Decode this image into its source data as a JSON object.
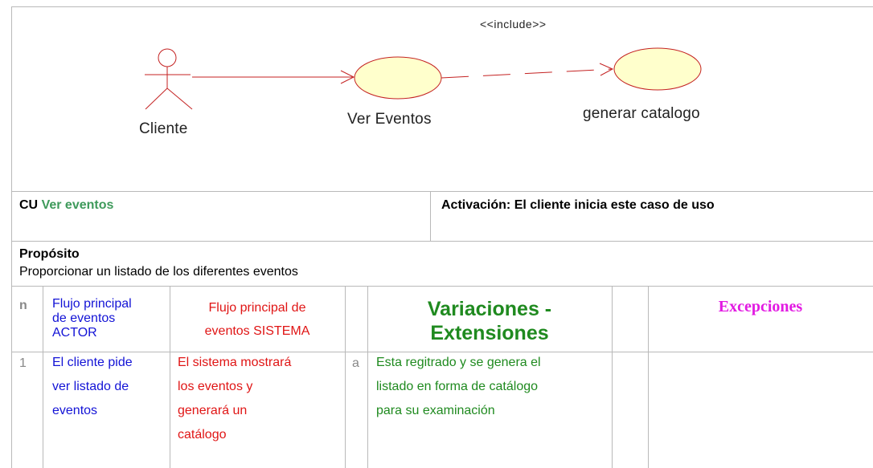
{
  "diagram": {
    "actor_label": "Cliente",
    "usecase1_label": "Ver Eventos",
    "usecase2_label": "generar catalogo",
    "relation_label": "<<include>>",
    "usecase_fill": "#ffffcc"
  },
  "cu": {
    "prefix": "CU",
    "name": "Ver eventos",
    "activation": "Activación: El cliente inicia este caso de uso"
  },
  "purpose": {
    "title": "Propósito",
    "text": "Proporcionar un listado de los diferentes eventos"
  },
  "table": {
    "headers": {
      "n": "n",
      "actor": [
        "Flujo principal",
        "de eventos",
        "ACTOR"
      ],
      "system": [
        "Flujo principal de",
        "eventos SISTEMA"
      ],
      "variations": [
        "Variaciones -",
        "Extensiones"
      ],
      "exceptions": "Excepciones"
    },
    "rows": [
      {
        "n": "1",
        "actor": [
          "El cliente pide",
          "ver listado de",
          "eventos"
        ],
        "system": [
          "El sistema mostrará",
          "los eventos y",
          "generará un",
          "catálogo"
        ],
        "var_id": "a",
        "variation": [
          "Esta regitrado y se genera el",
          "listado en forma de catálogo",
          "para su examinación"
        ],
        "exception": ""
      }
    ]
  }
}
